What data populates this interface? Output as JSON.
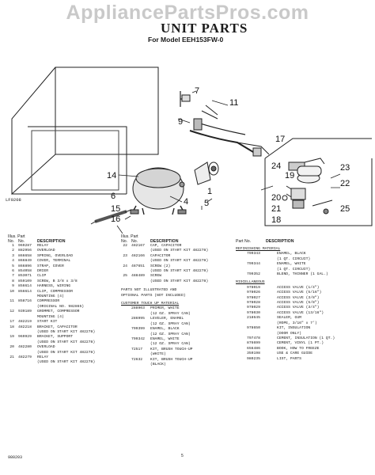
{
  "watermark": "AppliancePartsPros.com",
  "title": "UNIT PARTS",
  "subtitle": "For Model EEH153FW-0",
  "figure_code": "LF0208",
  "callouts": [
    "7",
    "11",
    "9",
    "17",
    "24",
    "23",
    "19",
    "22",
    "14",
    "1",
    "4",
    "5",
    "6",
    "15",
    "16",
    "20",
    "21",
    "18",
    "25"
  ],
  "columns": {
    "h_illus": "Illus. Part",
    "h_no": "No.",
    "h_no2": "No.",
    "h_desc": "DESCRIPTION"
  },
  "col1": [
    {
      "n": "1",
      "p": "969287",
      "t": "RELAY"
    },
    {
      "n": "2",
      "p": "882956",
      "t": "OVERLOAD"
    },
    {
      "n": "3",
      "p": "866658",
      "t": "SPRING, OVERLOAD"
    },
    {
      "n": "4",
      "p": "866849",
      "t": "COVER, TERMINAL"
    },
    {
      "n": "5",
      "p": "866896",
      "t": "STRAP, COVER"
    },
    {
      "n": "6",
      "p": "854058",
      "t": "DRIER"
    },
    {
      "n": "7",
      "p": "853071",
      "t": "CLIP"
    },
    {
      "n": "8",
      "p": "859109",
      "t": "SCREW, B 3/8 x 3/8"
    },
    {
      "n": "9",
      "p": "856614",
      "t": "HARNESS, WIRING"
    },
    {
      "n": "10",
      "p": "856614",
      "t": "CLIP, COMPRESSOR"
    },
    {
      "n": "",
      "p": "",
      "t": "MOUNTING (4)"
    },
    {
      "n": "11",
      "p": "858716",
      "t": "COMPRESSOR"
    },
    {
      "n": "",
      "p": "",
      "t": "(ORIGINAL NO. 982865)"
    },
    {
      "n": "12",
      "p": "939189",
      "t": "GROMMET, COMPRESSOR"
    },
    {
      "n": "",
      "p": "",
      "t": "MOUNTING (4)"
    },
    {
      "n": "17",
      "p": "482219",
      "t": "START KIT"
    },
    {
      "n": "18",
      "p": "482218",
      "t": "BRACKET, CAPACITOR"
    },
    {
      "n": "",
      "p": "",
      "t": "(USED ON START KIT 482278)"
    },
    {
      "n": "19",
      "p": "969929",
      "t": "BRACKET, SUPPORT"
    },
    {
      "n": "",
      "p": "",
      "t": "(USED ON START KIT 482278)"
    },
    {
      "n": "20",
      "p": "482280",
      "t": "OVERLOAD"
    },
    {
      "n": "",
      "p": "",
      "t": "(USED ON START KIT 482278)"
    },
    {
      "n": "21",
      "p": "482279",
      "t": "RELAY"
    },
    {
      "n": "",
      "p": "",
      "t": "(USED ON START KIT 482278)"
    }
  ],
  "col2": [
    {
      "n": "22",
      "p": "482167",
      "t": "CAP, CAPACITOR"
    },
    {
      "n": "",
      "p": "",
      "t": "(USED ON START KIT 482278)"
    },
    {
      "n": "23",
      "p": "482166",
      "t": "CAPACITOR"
    },
    {
      "n": "",
      "p": "",
      "t": "(USED ON START KIT 482278)"
    },
    {
      "n": "24",
      "p": "487651",
      "t": "SCREW (2)"
    },
    {
      "n": "",
      "p": "",
      "t": "(USED ON START KIT 482278)"
    },
    {
      "n": "25",
      "p": "488489",
      "t": "SCREW"
    },
    {
      "n": "",
      "p": "",
      "t": "(USED ON START KIT 482278)"
    }
  ],
  "col2_note": [
    "PARTS NOT ILLUSTRATED AND",
    "OPTIONAL PARTS (NOT INCLUDED)"
  ],
  "col2_section": "CUSTOMER TOUCH UP MATERIAL",
  "col2b": [
    {
      "n": "",
      "p": "288903",
      "t": "PRIMER, WHITE"
    },
    {
      "n": "",
      "p": "",
      "t": "(12 OZ. SPRAY CAN)"
    },
    {
      "n": "",
      "p": "286995",
      "t": "LEVELER, ENAMEL"
    },
    {
      "n": "",
      "p": "",
      "t": "(12 OZ. SPRAY CAN)"
    },
    {
      "n": "",
      "p": "799399",
      "t": "ENAMEL, BLACK"
    },
    {
      "n": "",
      "p": "",
      "t": "(12 OZ. SPRAY CAN)"
    },
    {
      "n": "",
      "p": "799342",
      "t": "ENAMEL, WHITE"
    },
    {
      "n": "",
      "p": "",
      "t": "(12 OZ. SPRAY CAN)"
    },
    {
      "n": "",
      "p": "72517",
      "t": "KIT, BRUSH TOUCH-UP"
    },
    {
      "n": "",
      "p": "",
      "t": "(WHITE)"
    },
    {
      "n": "",
      "p": "72632",
      "t": "KIT, BRUSH TOUCH-UP"
    },
    {
      "n": "",
      "p": "",
      "t": "(BLACK)"
    }
  ],
  "col3_h": {
    "p": "Part No.",
    "d": "DESCRIPTION"
  },
  "col3_sec1": "REFINISHING MATERIAL",
  "col3a": [
    {
      "p": "799343",
      "t": "ENAMEL, BLACK"
    },
    {
      "p": "",
      "t": "(1 QT. CIRCUIT)"
    },
    {
      "p": "799344",
      "t": "ENAMEL, WHITE"
    },
    {
      "p": "",
      "t": "(1 QT. CIRCUIT)"
    },
    {
      "p": "799352",
      "t": "BLEND, THINNER (1 GAL.)"
    }
  ],
  "col3_sec2": "MISCELLANEOUS",
  "col3b": [
    {
      "p": "978019",
      "t": "ACCESS VALVE (1/4\")"
    },
    {
      "p": "978026",
      "t": "ACCESS VALVE (5/16\")"
    },
    {
      "p": "978027",
      "t": "ACCESS VALVE (3/8\")"
    },
    {
      "p": "978028",
      "t": "ACCESS VALVE (5/8\")"
    },
    {
      "p": "978029",
      "t": "ACCESS VALVE (3/4\")"
    },
    {
      "p": "978030",
      "t": "ACCESS VALVE (13/16\")"
    },
    {
      "p": "218645",
      "t": "SEALER, GUM"
    },
    {
      "p": "",
      "t": "(ROPE, 3/16\" x 7')"
    },
    {
      "p": "978650",
      "t": "KIT, INSULATION"
    },
    {
      "p": "",
      "t": "(DOOR ONLY)"
    },
    {
      "p": "797478",
      "t": "CEMENT, INSULATION (1 QT.)"
    },
    {
      "p": "876699",
      "t": "CEMENT, VINYL (1 PT.)"
    },
    {
      "p": "656486",
      "t": "BOOK, HOW TO FREEZE"
    },
    {
      "p": "359198",
      "t": "USE & CARE GUIDE"
    },
    {
      "p": "980235",
      "t": "LIST, PARTS"
    }
  ],
  "footer_left": "980203",
  "footer_page": "5"
}
